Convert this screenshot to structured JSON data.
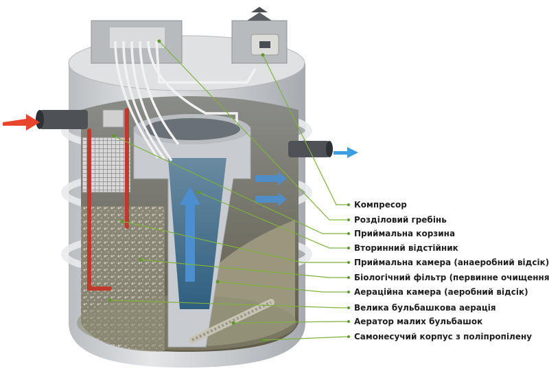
{
  "labels": [
    {
      "id": "compressor",
      "text": "Компресор"
    },
    {
      "id": "manifold",
      "text": "Розділовий гребінь"
    },
    {
      "id": "receiving-basket",
      "text": "Приймальна корзина"
    },
    {
      "id": "secondary-clarifier",
      "text": "Вторинний відстійник"
    },
    {
      "id": "receiving-chamber",
      "text": "Приймальна камера (анаеробний відсік)"
    },
    {
      "id": "bio-filter",
      "text": "Біологічний фільтр (первинне очищення)"
    },
    {
      "id": "aeration-chamber",
      "text": "Аераційна камера (аеробний відсік)"
    },
    {
      "id": "coarse-bubble",
      "text": "Велика бульбашкова аерація"
    },
    {
      "id": "fine-bubble",
      "text": "Аератор малих бульбашок"
    },
    {
      "id": "tank-body",
      "text": "Самонесучий корпус з поліпропілену"
    }
  ],
  "colors": {
    "leader": "#7db33a",
    "inlet_arrow": "#e8462c",
    "outlet_arrow": "#3a9ee0",
    "flow_arrow": "#4b8fd0",
    "tank": "#cfd2d5",
    "text": "#1e1e1e"
  }
}
